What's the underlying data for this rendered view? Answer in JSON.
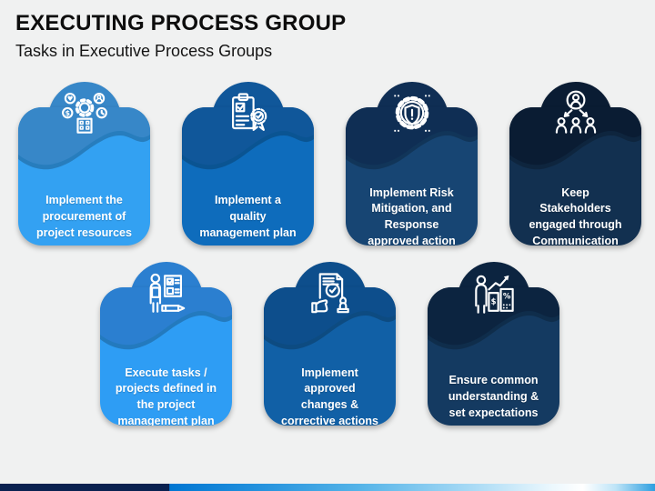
{
  "slide": {
    "title": "EXECUTING PROCESS GROUP",
    "subtitle": "Tasks in Executive Process Groups"
  },
  "cards": [
    {
      "icon": "procurement-icon",
      "label": "Implement the\nprocurement of\nproject resources",
      "top_color": "#3787c8",
      "body_color": "#33a1f2"
    },
    {
      "icon": "quality-plan-icon",
      "label": "Implement a\nquality\nmanagement plan",
      "top_color": "#10579a",
      "body_color": "#0e6cbc"
    },
    {
      "icon": "risk-mitigation-icon",
      "label": "Implement Risk\nMitigation, and\nResponse\napproved action",
      "top_color": "#0f2e54",
      "body_color": "#174573"
    },
    {
      "icon": "stakeholders-icon",
      "label": "Keep\nStakeholders\nengaged through\nCommunication",
      "top_color": "#0a1c33",
      "body_color": "#123050"
    },
    {
      "icon": "execute-tasks-icon",
      "label": "Execute tasks /\nprojects defined in\nthe project\nmanagement plan",
      "top_color": "#2b7fd0",
      "body_color": "#2e9df4"
    },
    {
      "icon": "approved-changes-icon",
      "label": "Implement\napproved\nchanges &\ncorrective actions",
      "top_color": "#0d4e8c",
      "body_color": "#1160a6"
    },
    {
      "icon": "expectations-icon",
      "label": "Ensure common\nunderstanding &\nset expectations",
      "top_color": "#0c2440",
      "body_color": "#143a61"
    }
  ],
  "footer": {
    "left_color": "#0a2150",
    "mid_color": "#0076d2",
    "highlight_color": "#ffffff",
    "right_color": "#2e9fe0"
  }
}
